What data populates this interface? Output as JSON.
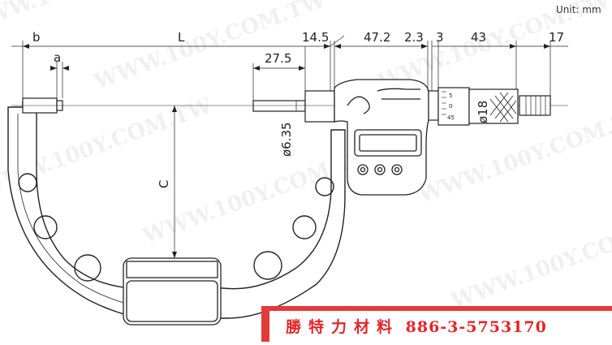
{
  "unit": "Unit: mm",
  "dimensions": {
    "b": "b",
    "a": "a",
    "L": "L",
    "c": "C",
    "d_14_5": "14.5",
    "d_47_2": "47.2",
    "d_2_3": "2.3",
    "d_3": "3",
    "d_43": "43",
    "d_17": "17",
    "d_27_5": "27.5",
    "d_phi_6_35": "ø6.35",
    "d_phi_18": "ø18"
  },
  "thimble_marks": [
    "5",
    "0",
    "45"
  ],
  "watermark": "WWW.100Y.COM.TW",
  "banner": {
    "chinese": "勝特力材料",
    "phone": "886-3-5753170",
    "color": "#e53a3a"
  }
}
